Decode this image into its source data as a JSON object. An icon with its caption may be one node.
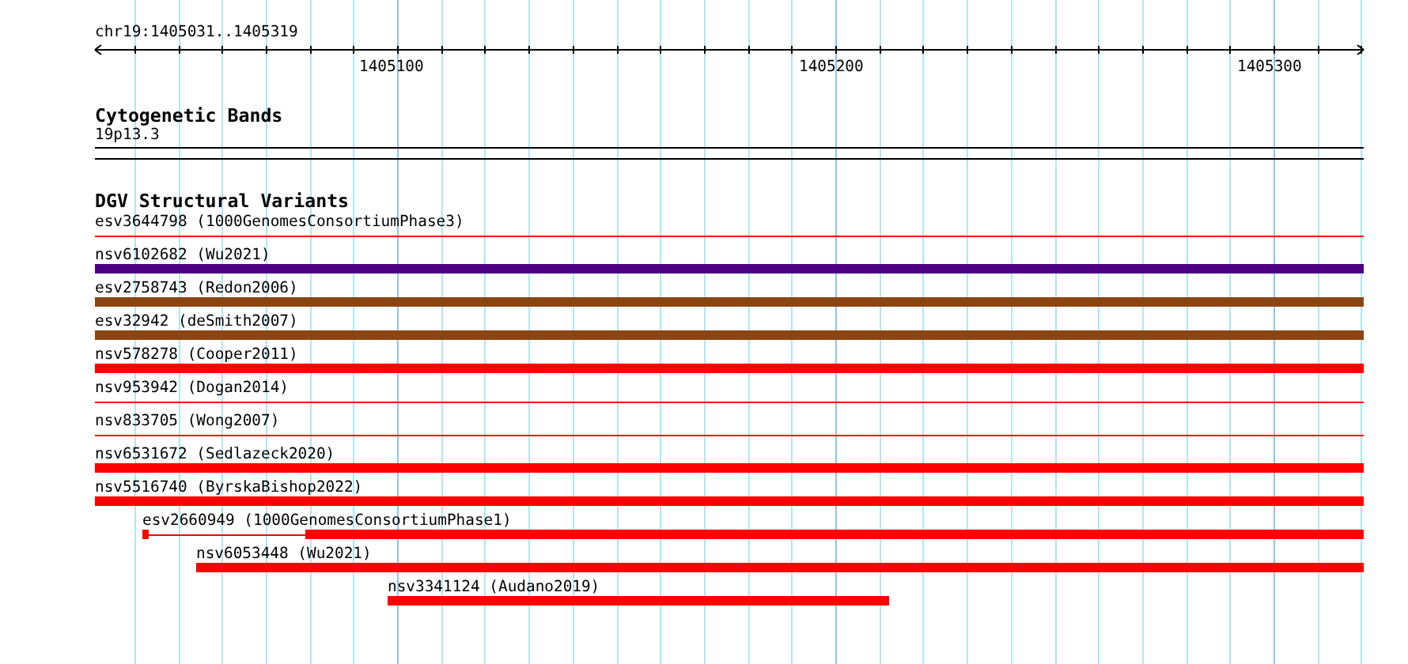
{
  "diagram": {
    "title": "chr19:1405031..1405319",
    "nodes": [
      {
        "text": [
          "esv3644798 (1000GenomesConsortiumPhase3)"
        ]
      },
      {
        "text": [
          "nsv6102682 (Wu2021)"
        ]
      },
      {
        "text": [
          "esv2758743 (Redon2006)"
        ]
      },
      {
        "text": [
          "esv32942 (deSmith2007)"
        ]
      },
      {
        "text": [
          "nsv578278 (Cooper2011)"
        ]
      },
      {
        "text": [
          "nsv953942 (Dogan2014)"
        ]
      },
      {
        "text": [
          "nsv833705 (Wong2007)"
        ]
      },
      {
        "text": [
          "nsv6531672 (Sedlazeck2020)"
        ]
      },
      {
        "text": [
          "nsv5516740 (ByrskaBishop2022)"
        ]
      },
      {
        "text": [
          "esv2660949 (1000GenomesConsortiumPhase1)"
        ]
      },
      {
        "text": [
          "nsv6053448 (Wu2021)"
        ]
      },
      {
        "text": [
          "nsv3341124 (Audano2019)"
        ]
      }
    ],
    "labels": [
      "1405100",
      "1405200",
      "1405300",
      "Cytogenetic Bands",
      "19p13.3",
      "DGV Structural Variants"
    ]
  }
}
